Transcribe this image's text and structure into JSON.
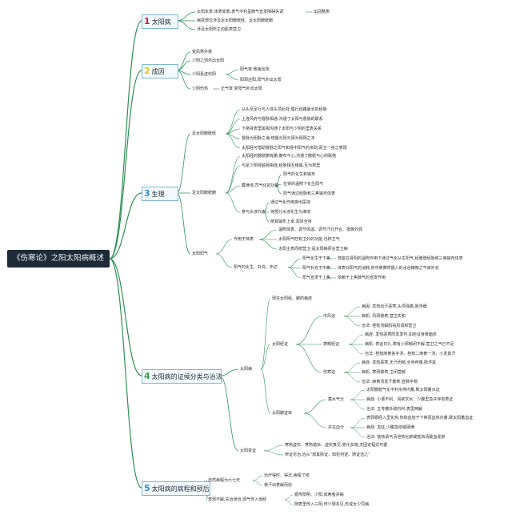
{
  "title": "《伤寒论》之阳太阳病概述",
  "sections": [
    {
      "num": "1",
      "label": "太阳病",
      "num_color": "#d81b3c"
    },
    {
      "num": "2",
      "label": "成因",
      "num_color": "#f0c419"
    },
    {
      "num": "3",
      "label": "生理",
      "num_color": "#2d8fd5"
    },
    {
      "num": "4",
      "label": "太阳病的证候分类与治法",
      "num_color": "#3aa04a"
    },
    {
      "num": "5",
      "label": "太阳病的病程和预后",
      "num_color": "#2d8fd5"
    }
  ],
  "s1": {
    "items": [
      "太阳本表,体表受邪,表气不利呈肺气宣发障碍失调",
      "病变部位涉及足太阳膀胱经、足太阳膀胱腑",
      "涉及太阳所主的肌表营卫"
    ],
    "tail": "出冠略表"
  },
  "s2": {
    "a": "受风寒外袭",
    "b": "少阴之邪外出太阳",
    "c": "少阴素虚伤阳",
    "c_items": [
      "阳气衰 致病出阳",
      "阳邪还阳,阳气外出太阳"
    ],
    "d": "少阴伤热",
    "d_item": "正气衰 复阳气外出太阳"
  },
  "s3": {
    "a": "足太阳膀胱经",
    "a_items": [
      "从头至足行与人体头项后背,循行线路最长的经脉",
      "上连风府与督脉相通,沟通了太阳与督脉的联系",
      "下络肾表里属相沟通了太阳与少阴的里表关系",
      "督脉为阳脉之海,统摄元阳元阴为阴阳之本",
      "太阳经可借助督脉之阳气和肾中阳气的资助,而主一身之表阳"
    ],
    "b": "足太阳膀胱腑",
    "b_top": [
      "太阳经的膀胱腑有腑,腑布与心,沟通了膀胱与心的联络",
      "与足少阴肾脏厢相连,经脉相互络属,互为表里"
    ],
    "b1": "藏津液,司气化的功能",
    "b1_items": [
      "阳气的化生和输布",
      "在肾的温煦下化生阳气",
      "阳气通过经脉和三焦输布体表"
    ],
    "b2": "参与水液代谢",
    "b2_items": [
      "通过气化作用排出尿液",
      "将部分水液化生为津液",
      "使其输布上承,润泽全身"
    ],
    "c": "太阳阳气",
    "c1": "作用于体表",
    "c1_items": [
      "温煦体表、调节体温、调节汗孔开合、抵御外邪",
      "太阳阳气旺有卫外的功能,也称卫气",
      "太阳主表而统营卫,是太阳病而言营卫病"
    ],
    "c2": "阳气的化生、补充、布达",
    "c2_items": [
      "阳气化生于下焦",
      "阳气补充于中焦",
      "阳气宣发于上焦"
    ],
    "c2_tails": [
      "既能在肾阳的温煦作用下通过气化从生阳气,经膀胱经脉和三焦输布体表",
      "体表对阳气的消耗,依中焦脾胃摄入的水谷精微之气来补充",
      "依赖于上焦肺气的宣发作用"
    ]
  },
  "s4": {
    "a": "太阳病",
    "a_top": "邪在太阳经、腑的病症",
    "b": "太阳经证",
    "m1": "中风证",
    "m1_items": [
      "病因: 发热出汗恶寒,头项强痛,脉浮缓",
      "病机: 风邪袭表,营卫失和",
      "治法: 桂枝汤解肌祛风调和营卫"
    ],
    "m2": "表郁轻证",
    "m2_items": [
      "病症: 发热恶寒阵发发作,如疟证身痒面赤",
      "病机: 表证日久,表有小邪郁闭不解,营卫之气已不足",
      "治法: 桂枝麻黄各半汤、桂枝二麻黄一汤、小发其汗"
    ],
    "m3": "伤寒证",
    "m3_items": [
      "病症: 发热恶寒,无汗而喘,全身疼痛,脉浮紧",
      "病机: 寒邪袭表,卫闭营郁",
      "治法: 麻黄汤发汗散寒,宣肺平喘"
    ],
    "c": "太阳腑证目",
    "n1": "蓄水气分",
    "n1_items": [
      "太阳膀胱气化不利水停内蓄,致太阳蓄水证",
      "病症: 小便不利、渴欲饮水、少腹里急并伴有表证",
      "治法: 五苓散外疏内利,表里两解"
    ],
    "n2": "并在血分",
    "n2_items": [
      "表邪循经入里化热,热和血结于下焦而血热内蓄,致太阳蓄血证",
      "病症: 发狂,少腹急结或硬满",
      "治法: 桃核承气汤泄热化瘀或抵挡汤破血逐瘀"
    ],
    "d": "太阳变证",
    "d_items": [
      "寒热虚实、寒热错杂、虚实真见,变化多端,无固定程式可循",
      "辨证论治,治从“观其脉证、知犯何逆、随证治之”"
    ]
  },
  "s5": {
    "a": "自然病程为六七天",
    "a_items": [
      "治疗得时、得法,病程了结",
      "使汗出表解而愈"
    ],
    "b": "表邪不解,失治误治,邪气传入他经",
    "b_items": [
      "循传阳明、少阳,成两者并病",
      "随表里传入三阴,传少阴多见,形成太少同病"
    ]
  }
}
